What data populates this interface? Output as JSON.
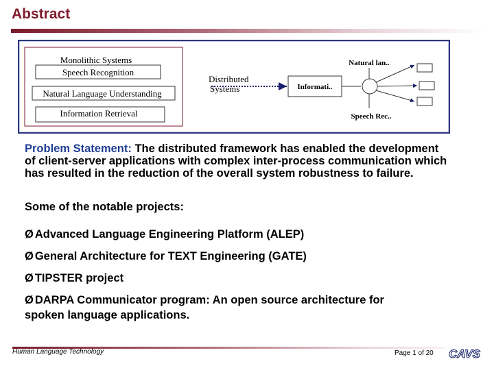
{
  "slide": {
    "title": "Abstract"
  },
  "diagram": {
    "left_box": {
      "line1": "Monolithic Systems",
      "line2": "Speech Recognition",
      "line3": "Natural Language Understanding",
      "line4": "Information Retrieval"
    },
    "center_label": [
      "Distributed",
      "Systems"
    ],
    "hub_label": "Informati..",
    "top_label": "Natural lan..",
    "bottom_label": "Speech Rec.."
  },
  "body": {
    "problem_label": "Problem Statement:",
    "problem_text": " The distributed framework has enabled the development of client-server applications with complex inter-process communication which has resulted in the reduction of the overall system robustness to failure.",
    "projects_heading": "Some of the notable projects:",
    "projects": [
      "Advanced Language Engineering Platform (ALEP)",
      "General Architecture for TEXT Engineering (GATE)",
      "TIPSTER project",
      "DARPA Communicator program: An open source architecture for",
      "spoken language applications."
    ]
  },
  "footer": {
    "left": "Human Language Technology",
    "page": "Page 1 of 20",
    "logo_text": "CAVS"
  },
  "colors": {
    "title": "#7f1b2d",
    "accent_blue": "#1f3f93",
    "frame": "#2b3480",
    "dotted": "#1a1f6e"
  }
}
